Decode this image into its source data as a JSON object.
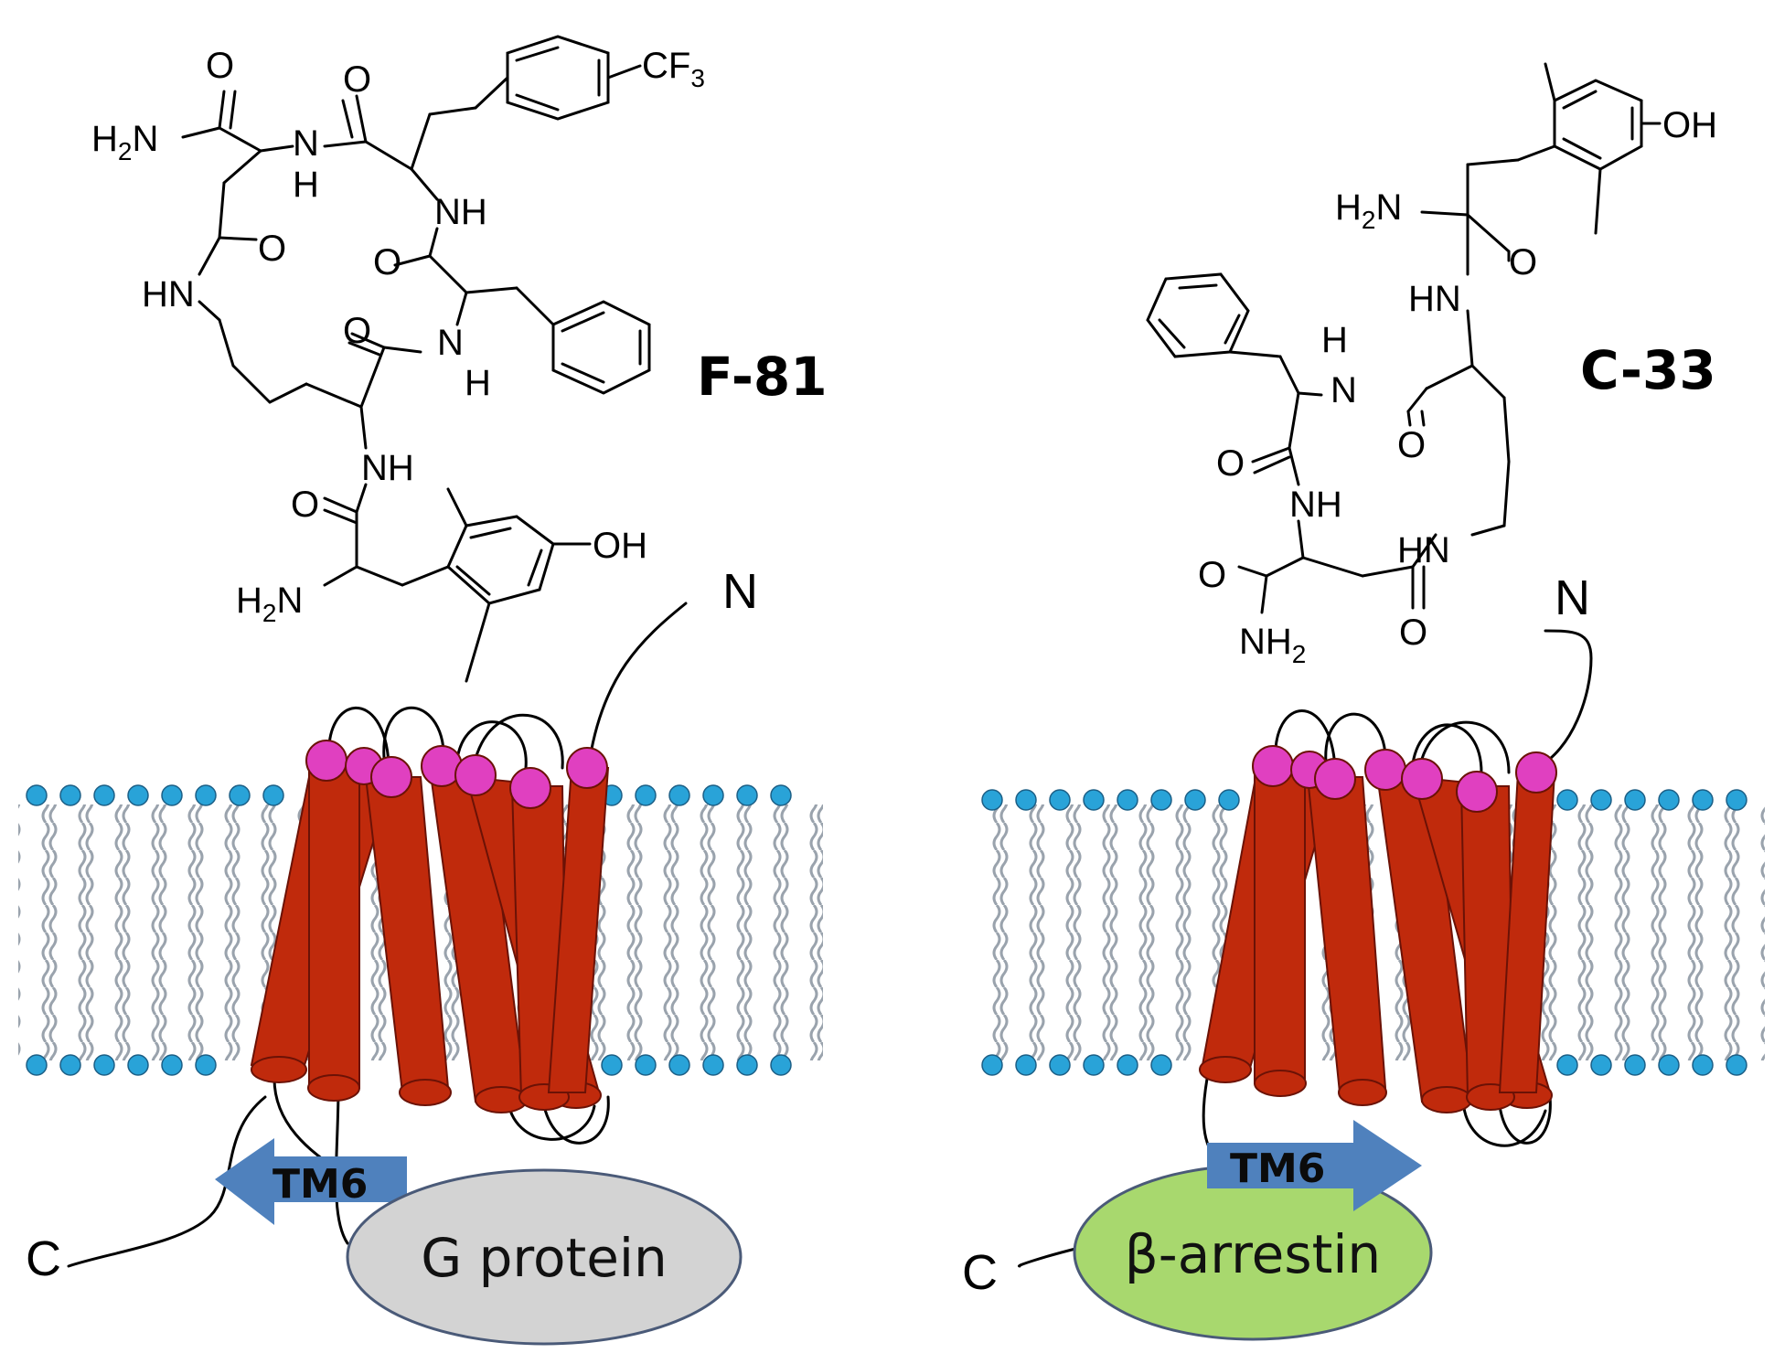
{
  "colors": {
    "helix": "#c02a0c",
    "helix_edge": "#6b1206",
    "headgroup_pink": "#e040c0",
    "lipid_head": "#29a3d8",
    "lipid_tail": "#9aa3ad",
    "arrow": "#4f81bd",
    "g_protein": "#d3d3d3",
    "arrestin": "#a8d86e"
  },
  "icons": {
    "membrane": "lipid-bilayer",
    "receptor": "seven-transmembrane-helix-bundle",
    "arrow": "block-arrow"
  },
  "left": {
    "compound": "F-81",
    "atoms": {
      "o1": "O",
      "o2": "O",
      "o3": "O",
      "o4": "O",
      "o5": "O",
      "h2n_top": "H",
      "h2n_top_sub": "2",
      "h2n_top_n": "N",
      "nh1_n": "N",
      "nh1_h": "H",
      "nh2": "NH",
      "hn": "HN",
      "nh3_n": "N",
      "nh3_h": "H",
      "nh4": "NH",
      "h2n_bot": "H",
      "h2n_bot_sub": "2",
      "h2n_bot_n": "N",
      "oh": "OH",
      "cf3": "CF",
      "cf3_sub": "3"
    },
    "n_terminus": "N",
    "c_terminus": "C",
    "tm_label": "TM6",
    "transducer": "G protein"
  },
  "right": {
    "compound": "C-33",
    "atoms": {
      "oh": "OH",
      "h2n": "H",
      "h2n_sub": "2",
      "h2n_n": "N",
      "o1": "O",
      "o2": "O",
      "o3": "O",
      "o4": "O",
      "o5": "O",
      "hn1": "HN",
      "h_top": "H",
      "n1": "N",
      "nh2": "NH",
      "hn2": "HN",
      "nh2b": "NH",
      "nh2b_sub": "2"
    },
    "n_terminus": "N",
    "c_terminus": "C",
    "tm_label": "TM6",
    "transducer": "β-arrestin"
  }
}
